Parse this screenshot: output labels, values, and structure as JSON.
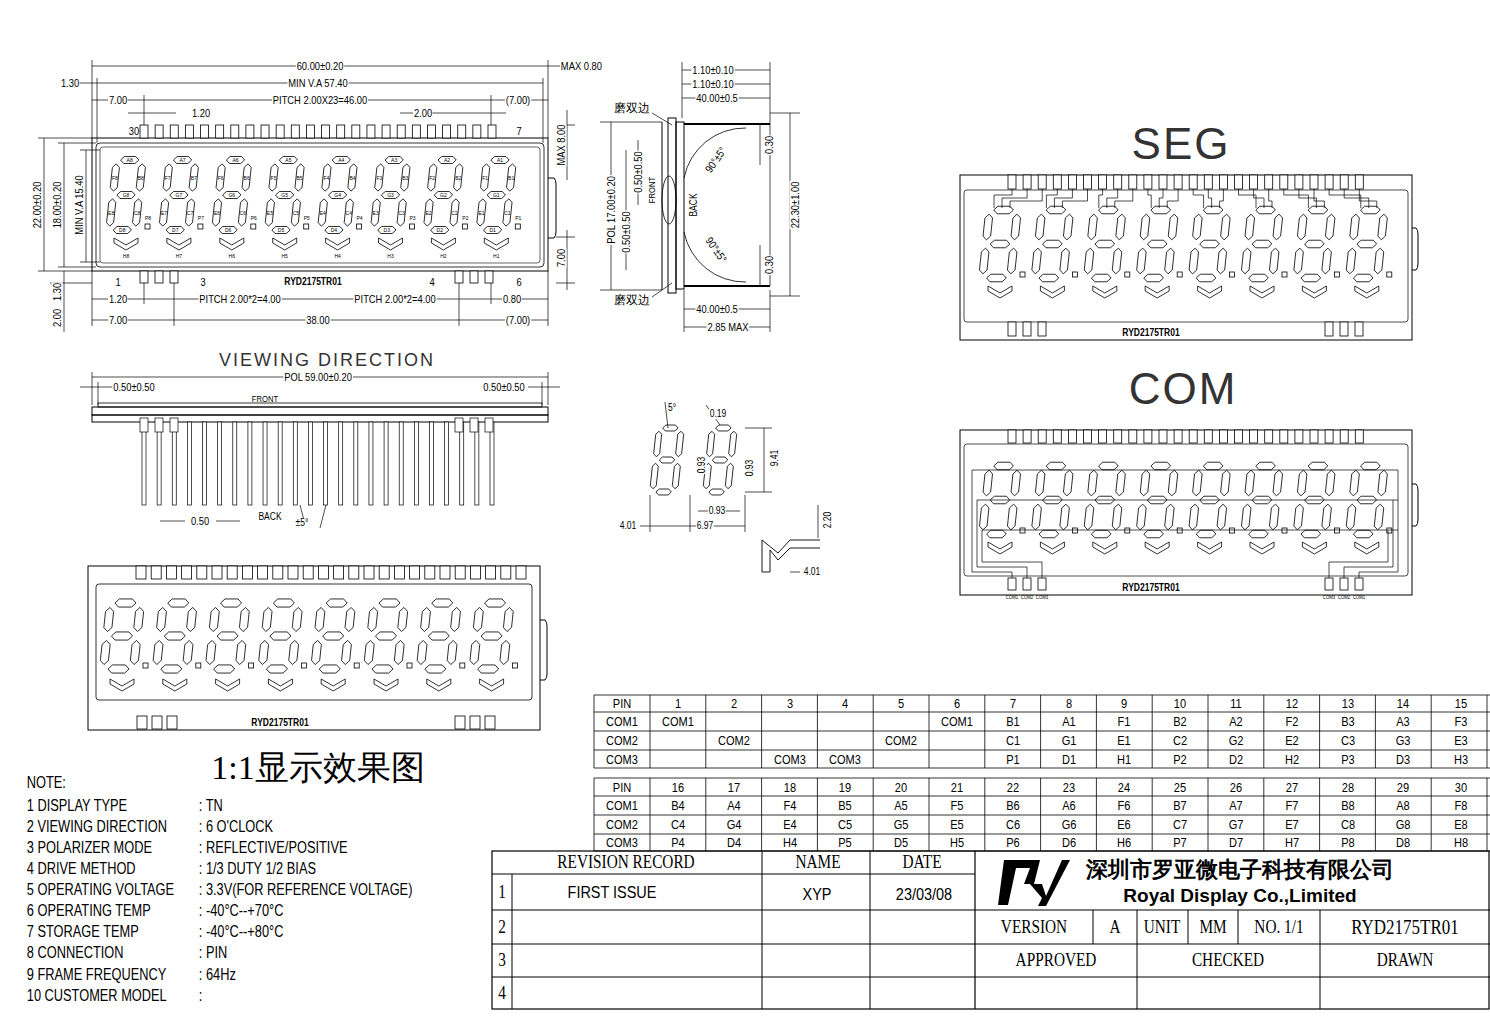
{
  "diagram": {
    "labels": [
      "60.00±0.20",
      "MAX 0.80",
      "1.30",
      "MIN V.A 57.40",
      "7.00",
      "1.20",
      "PITCH  2.00X23=46.00",
      "2.00",
      "(7.00)",
      "30",
      "7",
      "MAX 8.00",
      "22.00±0.20",
      "18.00±0.20",
      "MIN V.A 15.40",
      "7.00",
      "1",
      "3",
      "RYD2175TR01",
      "4",
      "6",
      "1.30",
      "1.20",
      "PITCH  2.00*2=4.00",
      "PITCH  2.00*2=4.00",
      "0.80",
      "2.00",
      "7.00",
      "38.00",
      "(7.00)",
      "VIEWING DIRECTION",
      "POL 59.00±0.20",
      "0.50±0.50",
      "0.50±0.50",
      "FRONT",
      "0.50",
      "BACK",
      "±5°",
      "1.10±0.10",
      "1.10±0.10",
      "40.00±0.5",
      "磨双边",
      "0.30",
      "90°±5°",
      "POL 17.00±0.20",
      "0.50±0.50",
      "FRONT",
      "0.50±0.50",
      "BACK",
      "22.30±1.00",
      "90°±5°",
      "0.30",
      "磨双边",
      "40.00±0.5",
      "2.85  MAX",
      "5°",
      "0.19",
      "0.93",
      "0.93",
      "9.41",
      "0.93",
      "4.01",
      "6.97",
      "2.20",
      "4.01",
      "SEG",
      "RYD2175TR01",
      "COM",
      "COM1",
      "COM2",
      "COM3",
      "COM3",
      "COM2",
      "COM1",
      "RYD2175TR01",
      "RYD2175TR01",
      "1:1显示效果图",
      "NOTE:",
      "1  DISPLAY TYPE",
      ": TN",
      "2  VIEWING DIRECTION",
      ": 6   O'CLOCK",
      "3  POLARIZER MODE",
      ": REFLECTIVE/POSITIVE",
      "4  DRIVE METHOD",
      ": 1/3  DUTY  1/2 BIAS",
      "5  OPERATING VOLTAGE",
      ": 3.3V(FOR REFERENCE VOLTAGE)",
      "6  OPERATING TEMP",
      ": -40°C--+70°C",
      "7  STORAGE TEMP",
      ": -40°C--+80°C",
      "8  CONNECTION",
      ": PIN",
      "9  FRAME FREQUENCY",
      ": 64Hz",
      "10 CUSTOMER MODEL",
      ":",
      "REVISION RECORD",
      "NAME",
      "DATE",
      "1",
      "FIRST ISSUE",
      "XYP",
      "23/03/08",
      "2",
      "3",
      "4",
      "深圳市罗亚微电子科技有限公司",
      "Royal Display Co.,Limited",
      "VERSION",
      "A",
      "UNIT",
      "MM",
      "NO. 1/1",
      "RYD2175TR01",
      "APPROVED",
      "CHECKED",
      "DRAWN",
      "A8",
      "F8",
      "B8",
      "G8",
      "E8",
      "C8",
      "D8",
      "P8",
      "H8",
      "A7",
      "F7",
      "B7",
      "G7",
      "E7",
      "C7",
      "D7",
      "P7",
      "H7",
      "A6",
      "F6",
      "B6",
      "G6",
      "E6",
      "C6",
      "D6",
      "P6",
      "H6",
      "A5",
      "F5",
      "B5",
      "G5",
      "E5",
      "C5",
      "D5",
      "P5",
      "H5",
      "A4",
      "F4",
      "B4",
      "G4",
      "E4",
      "C4",
      "D4",
      "P4",
      "H4",
      "A3",
      "F3",
      "B3",
      "G3",
      "E3",
      "C3",
      "D3",
      "P3",
      "H3",
      "A2",
      "F2",
      "B2",
      "G2",
      "E2",
      "C2",
      "D2",
      "P2",
      "H2",
      "A1",
      "F1",
      "B1",
      "G1",
      "E1",
      "C1",
      "D1",
      "P1",
      "H1",
      "PIN",
      "1",
      "2",
      "3",
      "4",
      "5",
      "6",
      "7",
      "8",
      "9",
      "10",
      "11",
      "12",
      "13",
      "14",
      "15",
      "COM1",
      "COM1",
      "COM1",
      "B1",
      "A1",
      "F1",
      "B2",
      "A2",
      "F2",
      "B3",
      "A3",
      "F3",
      "COM2",
      "COM2",
      "COM2",
      "C1",
      "G1",
      "E1",
      "C2",
      "G2",
      "E2",
      "C3",
      "G3",
      "E3",
      "COM3",
      "COM3",
      "COM3",
      "P1",
      "D1",
      "H1",
      "P2",
      "D2",
      "H2",
      "P3",
      "D3",
      "H3",
      "PIN",
      "16",
      "17",
      "18",
      "19",
      "20",
      "21",
      "22",
      "23",
      "24",
      "25",
      "26",
      "27",
      "28",
      "29",
      "30",
      "COM1",
      "B4",
      "A4",
      "F4",
      "B5",
      "A5",
      "F5",
      "B6",
      "A6",
      "F6",
      "B7",
      "A7",
      "F7",
      "B8",
      "A8",
      "F8",
      "COM2",
      "C4",
      "G4",
      "E4",
      "C5",
      "G5",
      "E5",
      "C6",
      "G6",
      "E6",
      "C7",
      "G7",
      "E7",
      "C8",
      "G8",
      "E8",
      "COM3",
      "P4",
      "D4",
      "H4",
      "P5",
      "D5",
      "H5",
      "P6",
      "D6",
      "H6",
      "P7",
      "D7",
      "H7",
      "P8",
      "D8",
      "H8"
    ]
  }
}
